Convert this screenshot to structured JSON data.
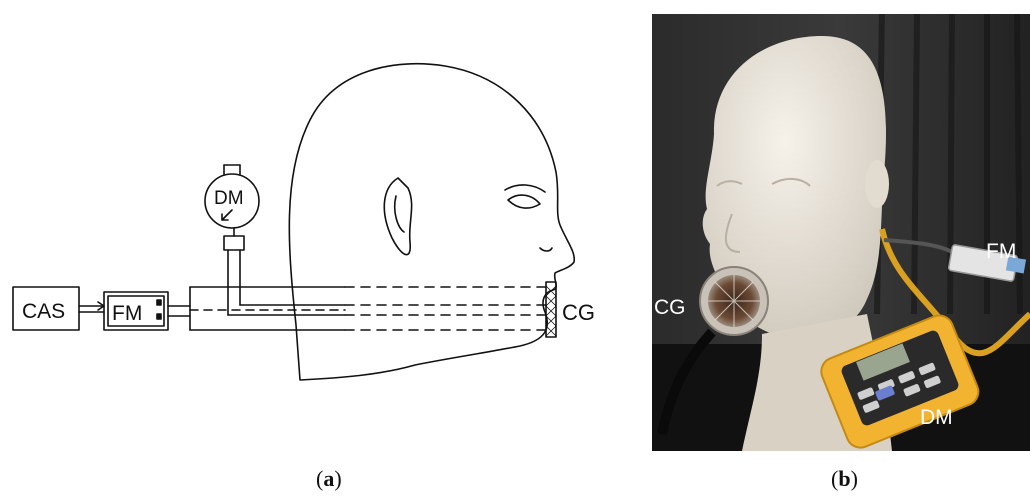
{
  "panel_a": {
    "labels": {
      "cas": "CAS",
      "fm": "FM",
      "dm": "DM",
      "cg": "CG"
    },
    "caption": {
      "open": "(",
      "letter": "a",
      "close": ")"
    }
  },
  "panel_b": {
    "labels": {
      "fm": "FM",
      "cg": "CG",
      "dm": "DM"
    },
    "caption": {
      "open": "(",
      "letter": "b",
      "close": ")"
    }
  }
}
